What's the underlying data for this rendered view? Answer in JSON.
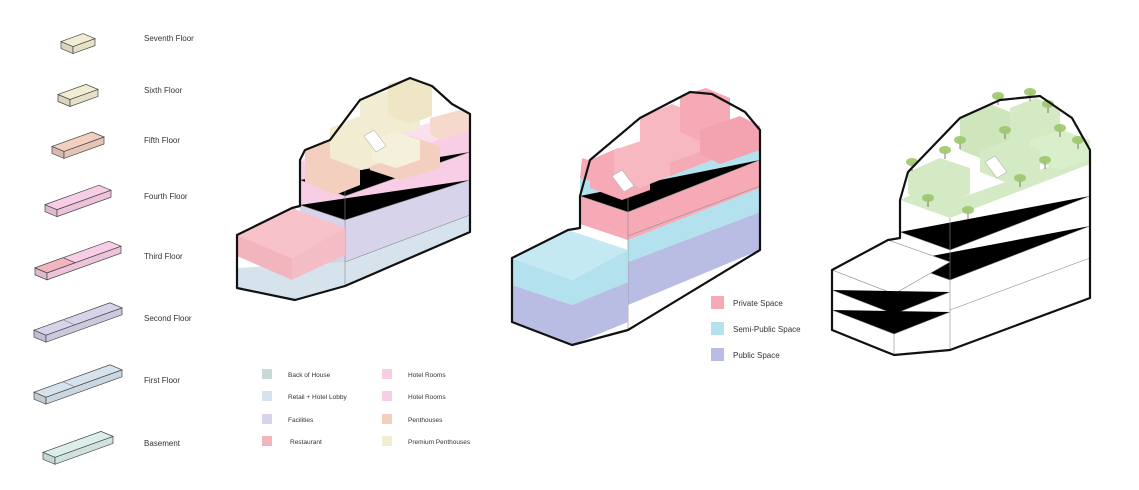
{
  "colors": {
    "back_of_house": "#c8d9d8",
    "retail_lobby": "#d6e2ec",
    "facilities": "#d7d3ea",
    "restaurant": "#f2b5be",
    "hotel_rooms": "#f8cde6",
    "penthouses": "#f3cfc0",
    "premium_penthouses": "#f2ecd2",
    "private_space": "#f5aab6",
    "semi_public_space": "#b3e2ee",
    "public_space": "#b9bde3",
    "green_roof": "#d4eac4",
    "tree": "#9cc66e"
  },
  "floors": [
    {
      "label": "Seventh Floor",
      "color": "#f2ecd2"
    },
    {
      "label": "Sixth Floor",
      "color": "#f2ecd2"
    },
    {
      "label": "Fifth Floor",
      "color": "#f3cfc0"
    },
    {
      "label": "Fourth Floor",
      "color": "#f8cde6"
    },
    {
      "label": "Third Floor",
      "color": "#f8cde6"
    },
    {
      "label": "Second Floor",
      "color": "#d7d3ea"
    },
    {
      "label": "First Floor",
      "color": "#d6e2ec"
    },
    {
      "label": "Basement",
      "color": "#dbeeea"
    }
  ],
  "program_legend": [
    {
      "label": "Back of House",
      "color": "#c8d9d8"
    },
    {
      "label": "Retail + Hotel Lobby",
      "color": "#d6e2ec"
    },
    {
      "label": "Facilities",
      "color": "#d7d3ea"
    },
    {
      "label": "Restaurant",
      "color": "#f2b5be"
    },
    {
      "label": "Hotel Rooms",
      "color": "#f8cde6"
    },
    {
      "label": "Hotel Rooms",
      "color": "#f8cde6"
    },
    {
      "label": "Penthouses",
      "color": "#f3cfc0"
    },
    {
      "label": "Premium Penthouses",
      "color": "#f2ecd2"
    }
  ],
  "space_legend": [
    {
      "label": "Private Space",
      "color": "#f5aab6"
    },
    {
      "label": "Semi-Public Space",
      "color": "#b3e2ee"
    },
    {
      "label": "Public Space",
      "color": "#b9bde3"
    }
  ]
}
